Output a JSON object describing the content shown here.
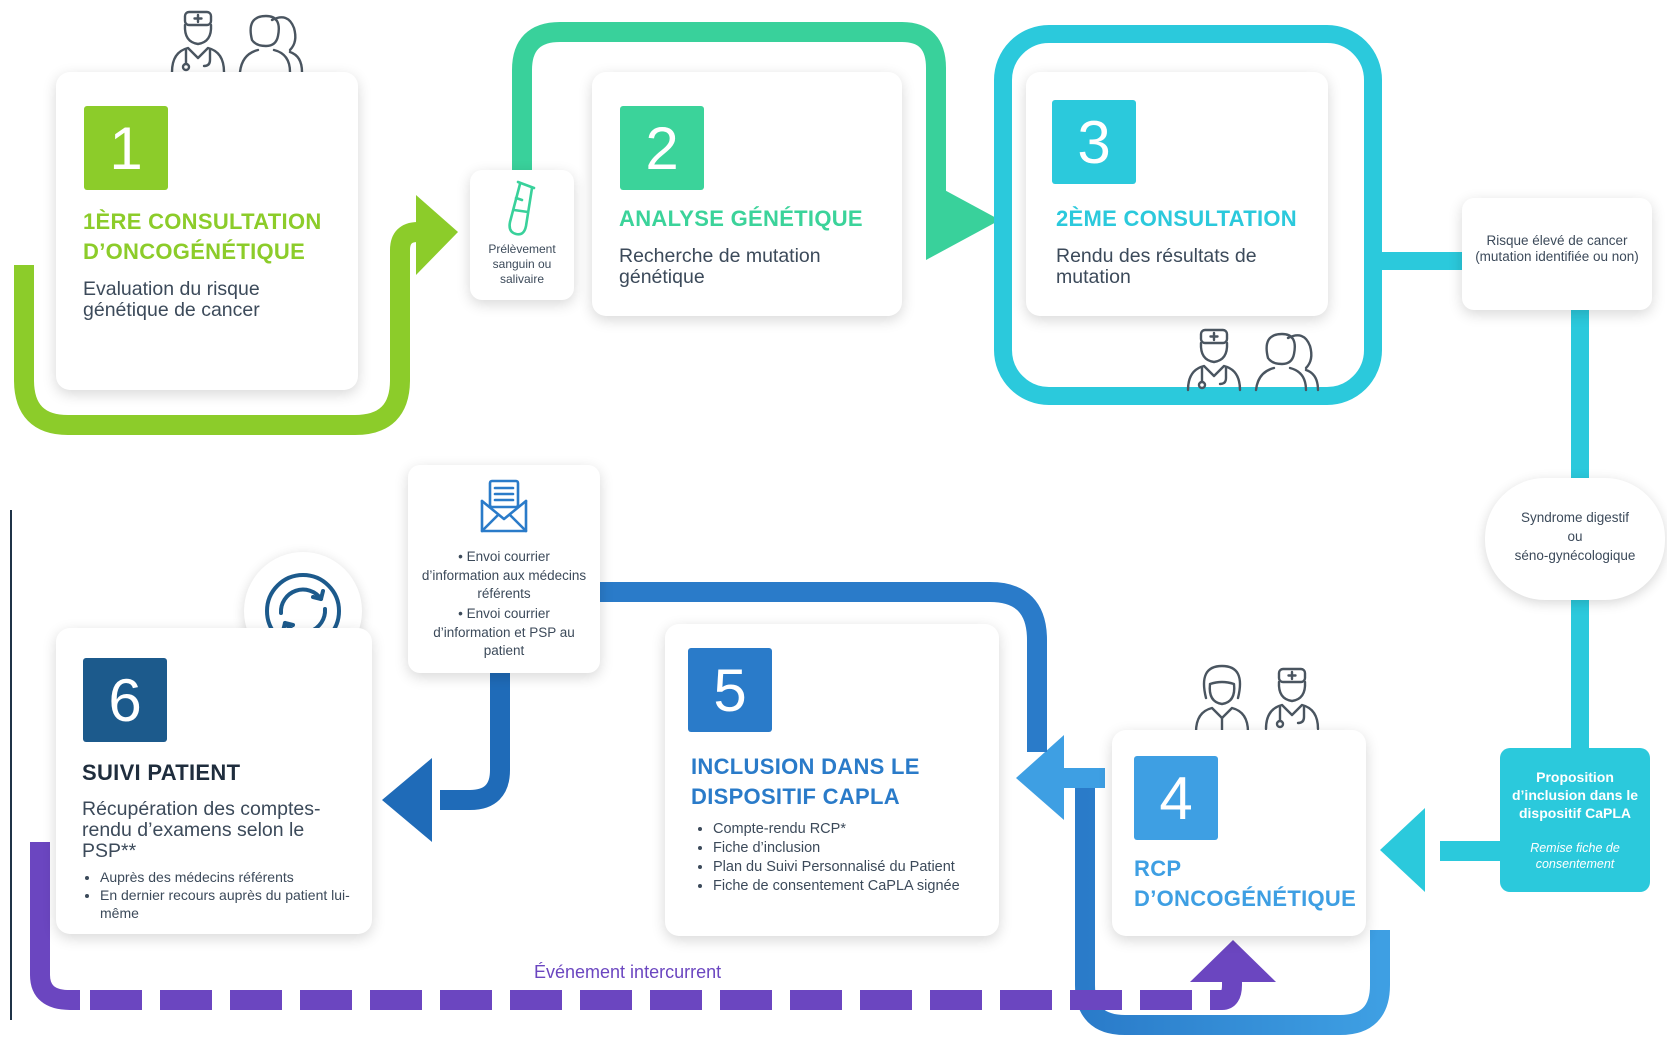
{
  "colors": {
    "green": "#8ccc2a",
    "teal_green": "#3bd39a",
    "cyan": "#2bc9dc",
    "blue_light": "#3e9fe3",
    "blue_mid": "#2a7bc9",
    "navy": "#1c5a8c",
    "purple": "#6b46c0"
  },
  "step1": {
    "number": "1",
    "title": "1ÈRE CONSULTATION D’ONCOGÉNÉTIQUE",
    "desc": "Evaluation du risque génétique de cancer"
  },
  "step2": {
    "number": "2",
    "title": "ANALYSE GÉNÉTIQUE",
    "desc": "Recherche de mutation génétique"
  },
  "step3": {
    "number": "3",
    "title": "2ÈME CONSULTATION",
    "desc": "Rendu des résultats de mutation"
  },
  "step4": {
    "number": "4",
    "title": "RCP D’ONCOGÉNÉTIQUE"
  },
  "step5": {
    "number": "5",
    "title": "INCLUSION DANS LE DISPOSITIF CAPLA",
    "items": [
      "Compte-rendu RCP*",
      "Fiche d’inclusion",
      "Plan du Suivi Personnalisé du Patient",
      "Fiche de consentement CaPLA signée"
    ]
  },
  "step6": {
    "number": "6",
    "title": "SUIVI PATIENT",
    "desc": "Récupération des comptes-rendu d’examens selon le PSP**",
    "items": [
      "Auprès des médecins référents",
      "En dernier recours auprès du patient lui-même"
    ]
  },
  "sample": {
    "text": "Prélèvement sanguin ou salivaire"
  },
  "risk": {
    "text": "Risque élevé de cancer (mutation identifiée ou non)"
  },
  "syndrome": {
    "line1": "Syndrome digestif",
    "line2": "ou",
    "line3": "séno-gynécologique"
  },
  "proposition": {
    "text": "Proposition d’inclusion dans le dispositif CaPLA",
    "note": "Remise fiche de consentement"
  },
  "mail": {
    "items": [
      "Envoi courrier d’information aux médecins référents",
      "Envoi courrier d’information et PSP au patient"
    ]
  },
  "event": {
    "label": "Événement intercurrent"
  },
  "icons": [
    "doctor-icon",
    "patient-icon",
    "test-tube-icon",
    "mail-icon",
    "refresh-icon",
    "woman-icon"
  ]
}
